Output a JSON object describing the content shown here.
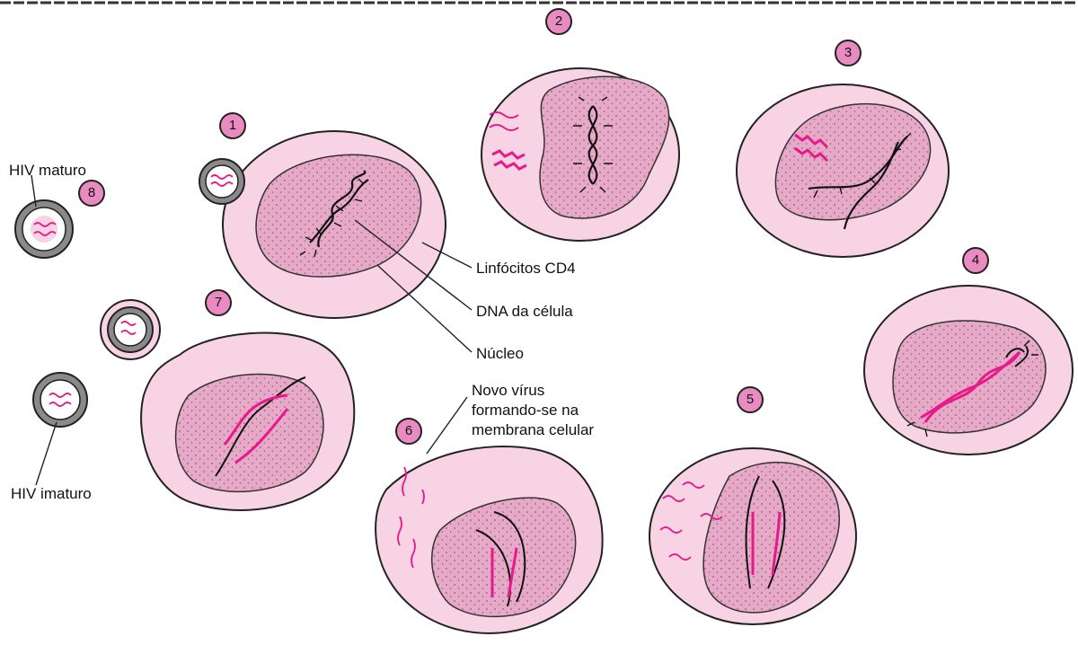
{
  "labels": {
    "hiv_mature": "HIV maturo",
    "hiv_immature": "HIV imaturo",
    "cd4": "Linfócitos CD4",
    "dna": "DNA da célula",
    "nucleus": "Núcleo",
    "new_virus_1": "Novo vírus",
    "new_virus_2": "formando-se na",
    "new_virus_3": "membrana celular"
  },
  "steps": {
    "s1": "1",
    "s2": "2",
    "s3": "3",
    "s4": "4",
    "s5": "5",
    "s6": "6",
    "s7": "7",
    "s8": "8"
  },
  "colors": {
    "cell": "#f7d3e4",
    "nucleus": "#e6a9c8",
    "viral_pink": "#e8198b",
    "badge": "#e98bc0",
    "virus_shell": "#8a8a8a"
  }
}
